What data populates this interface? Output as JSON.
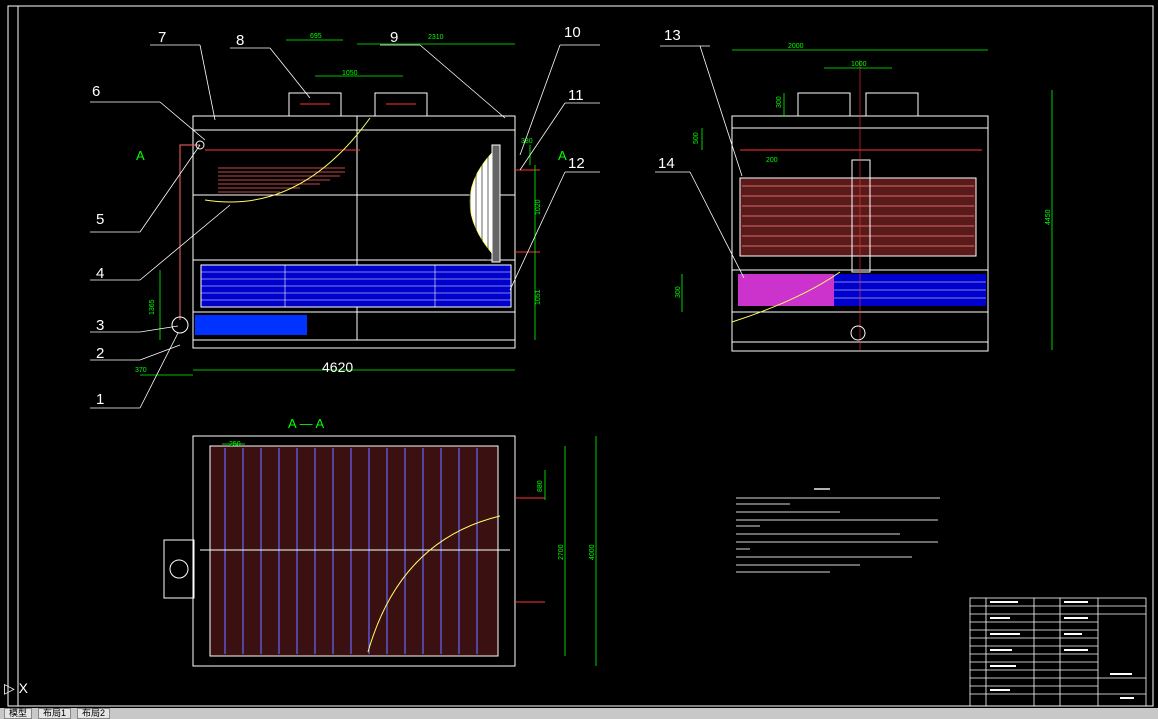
{
  "front_view": {
    "callouts": [
      "1",
      "2",
      "3",
      "4",
      "5",
      "6",
      "7",
      "8",
      "9",
      "10",
      "11",
      "12"
    ],
    "dims": {
      "overall_width": "4620",
      "left_offset": "370",
      "top_a": "695",
      "top_b": "1050",
      "top_c": "2310",
      "right_a": "380",
      "right_b": "1020",
      "right_c": "1051",
      "left_h": "1365"
    },
    "section_marks": [
      "A",
      "A"
    ]
  },
  "side_view": {
    "callouts": [
      "13",
      "14"
    ],
    "dims": {
      "top_w": "2000",
      "top_mid": "1000",
      "fan_h": "300",
      "pipe": "500",
      "spacing": "200",
      "basin": "300",
      "height": "4450"
    }
  },
  "section_view": {
    "title": "A — A",
    "dims": {
      "pitch": "250",
      "right_a": "880",
      "right_b": "2700",
      "right_c": "4000"
    }
  },
  "ui": {
    "ucs_label": "X",
    "tabs": [
      "模型",
      "布局1",
      "布局2"
    ]
  }
}
